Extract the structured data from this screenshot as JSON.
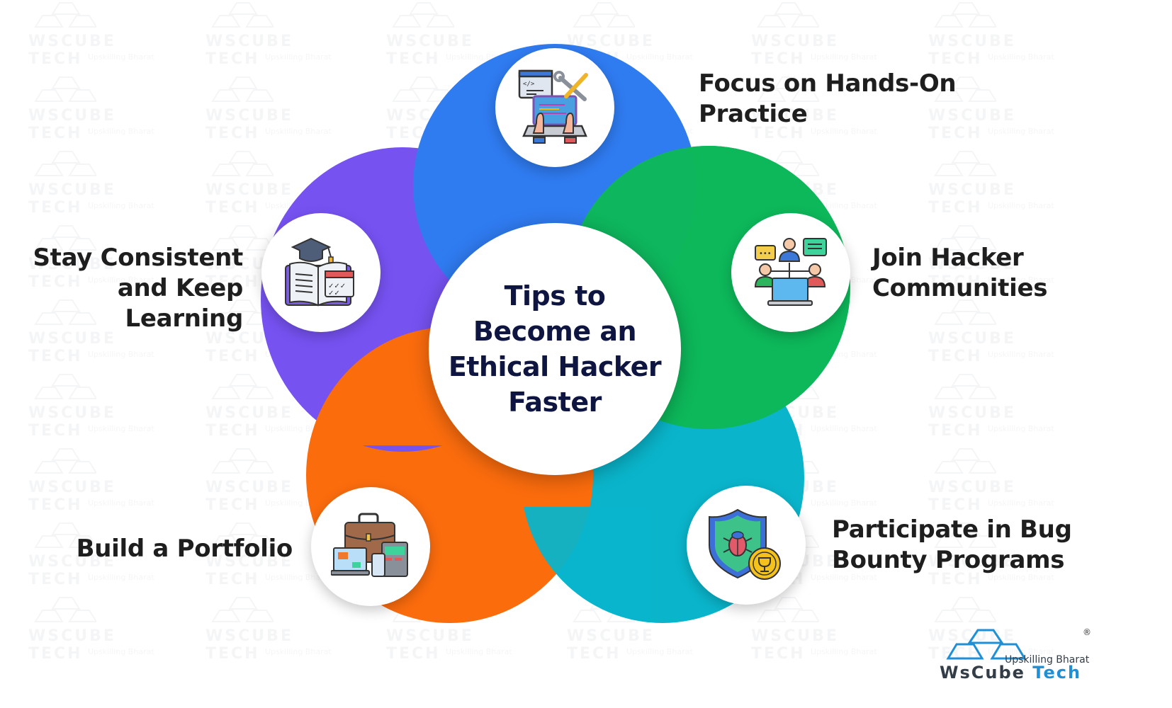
{
  "title": "Tips to\nBecome an\nEthical Hacker\nFaster",
  "tips": [
    {
      "id": "hands-on",
      "label": "Focus on Hands-On\nPractice",
      "color": "#2f7bf0",
      "icon": "laptop-tools-icon",
      "position": "top"
    },
    {
      "id": "communities",
      "label": "Join Hacker\nCommunities",
      "color": "#0db85a",
      "icon": "community-network-icon",
      "position": "right"
    },
    {
      "id": "bug-bounty",
      "label": "Participate in Bug\nBounty Programs",
      "color": "#0ab5cb",
      "icon": "shield-bug-trophy-icon",
      "position": "bottom-right"
    },
    {
      "id": "portfolio",
      "label": "Build a Portfolio",
      "color": "#fb6c0d",
      "icon": "briefcase-devices-icon",
      "position": "bottom-left"
    },
    {
      "id": "consistent",
      "label": "Stay Consistent\nand Keep Learning",
      "color": "#7652f1",
      "icon": "book-calendar-cap-icon",
      "position": "left"
    }
  ],
  "brand": {
    "name_part1": "WsCube",
    "name_part2": "Tech",
    "tagline": "Upskilling Bharat",
    "registered": "®",
    "accent": "#1f8fd6",
    "dark": "#333d47"
  },
  "watermark": {
    "text": "WSCUBE TECH",
    "sub": "Upskilling Bharat"
  },
  "colors": {
    "title_text": "#0d1540",
    "label_text": "#1e1e1e",
    "background": "#ffffff"
  }
}
